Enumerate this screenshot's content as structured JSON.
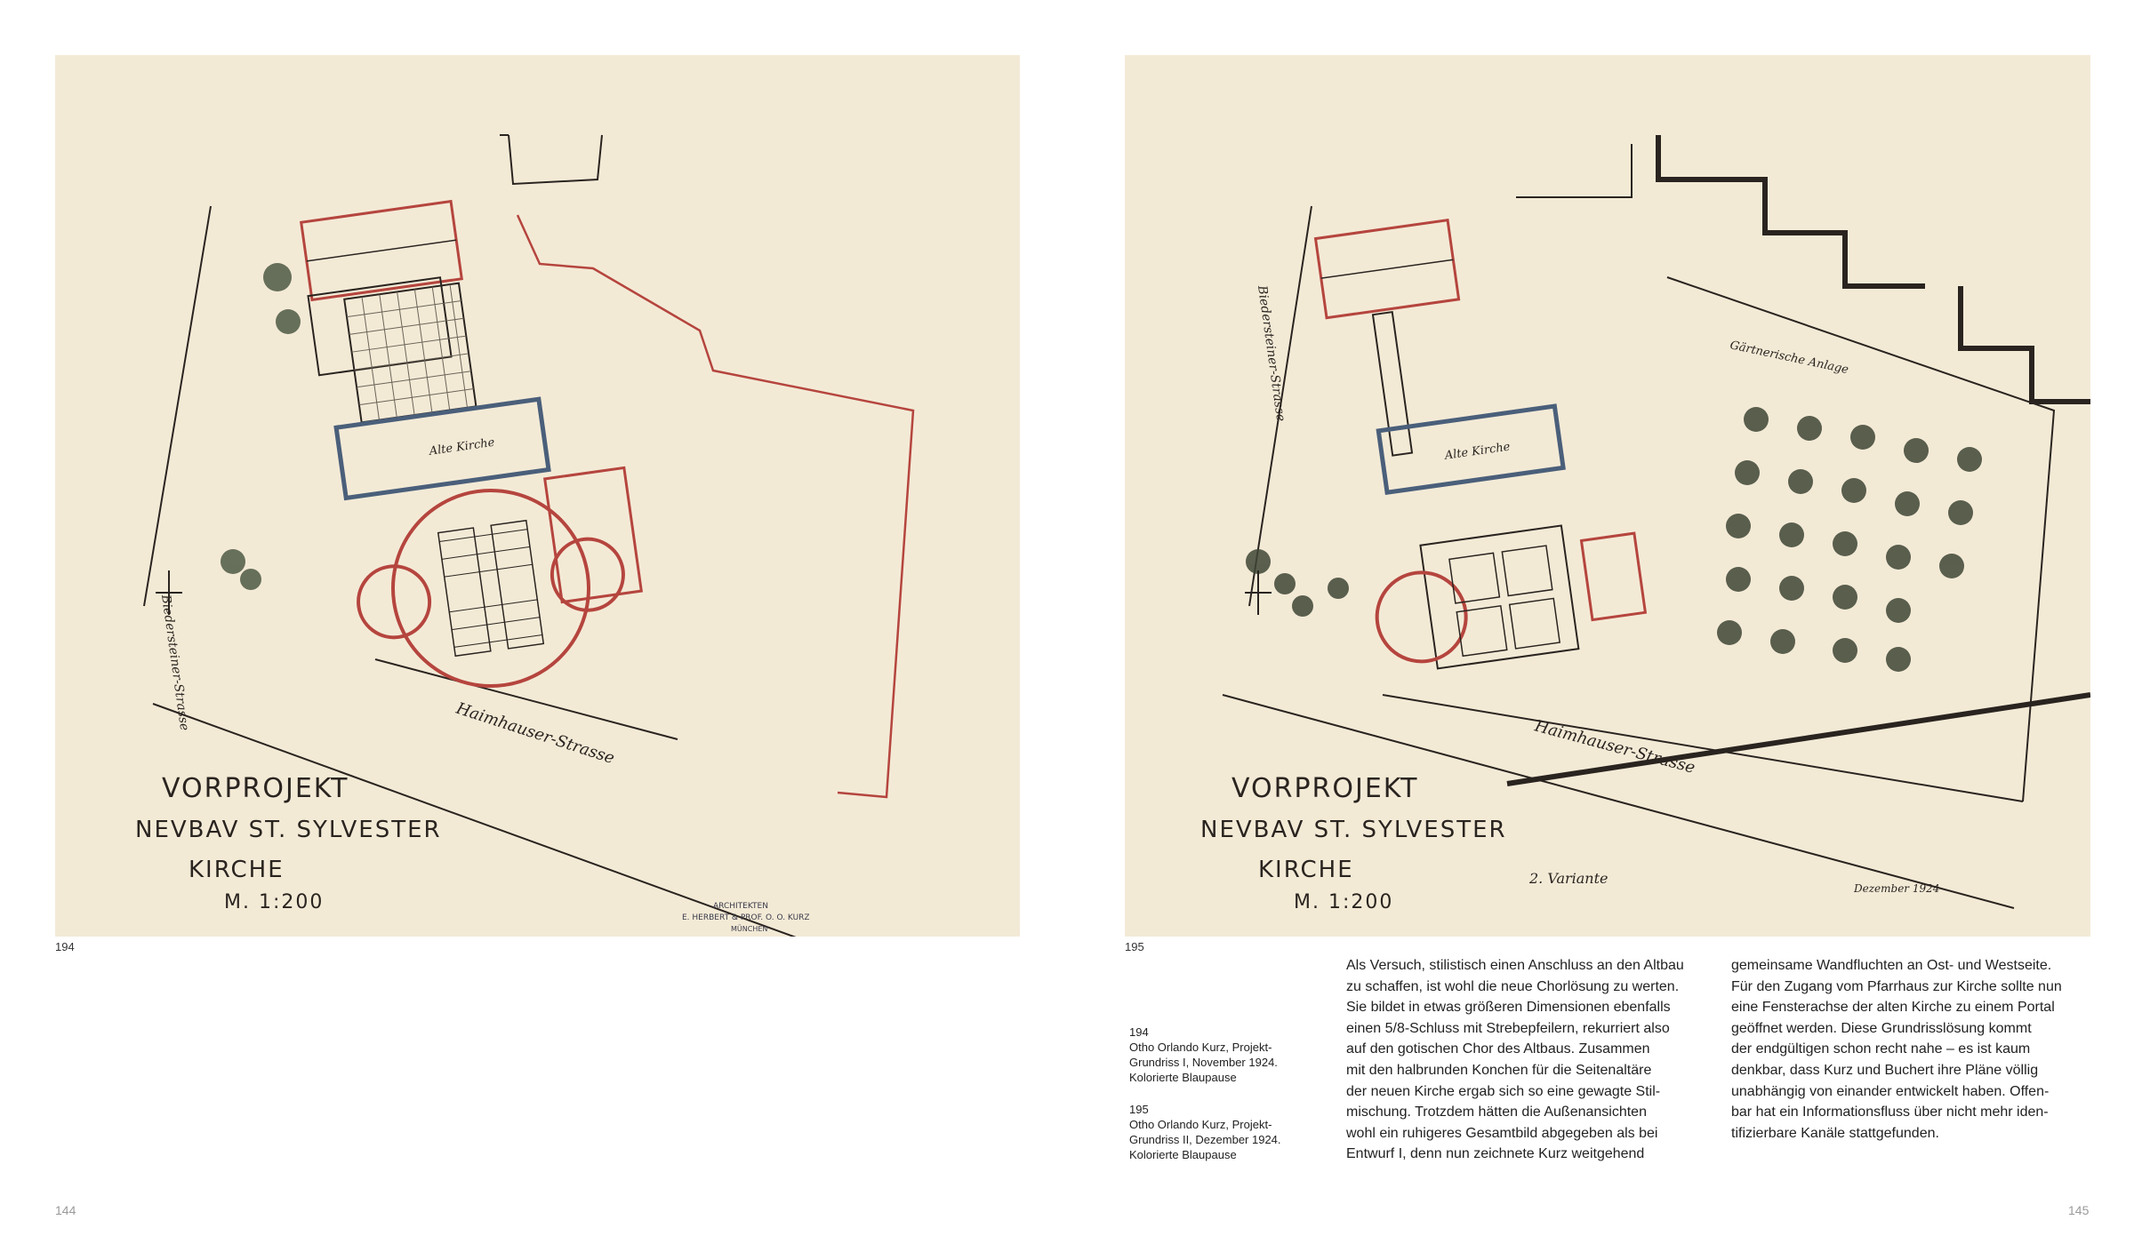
{
  "figures": {
    "left": {
      "number": "194",
      "title_lines": [
        "VORPROJEKT",
        "NEVBAV ST. SYLVESTER",
        "KIRCHE"
      ],
      "scale": "M. 1:200",
      "street_west": "Biedersteiner-Strasse",
      "street_south": "Haimhauser-Strasse",
      "stamp_lines": [
        "ARCHITEKTEN",
        "E. HERBERT & PROF. O. O. KURZ",
        "MÜNCHEN"
      ],
      "room_label": "Alte Kirche"
    },
    "right": {
      "number": "195",
      "title_lines": [
        "VORPROJEKT",
        "NEVBAV ST. SYLVESTER",
        "KIRCHE"
      ],
      "scale": "M. 1:200",
      "street_west": "Biedersteiner-Strasse",
      "street_south": "Haimhauser-Strasse",
      "variant": "2. Variante",
      "date": "Dezember 1924",
      "room_label": "Alte Kirche",
      "garden_label": "Gärtnerische Anlage"
    }
  },
  "captions": [
    {
      "number": "194",
      "lines": [
        "Otho Orlando Kurz, Projekt-",
        "Grundriss I, November 1924.",
        "Kolorierte Blaupause"
      ]
    },
    {
      "number": "195",
      "lines": [
        "Otho Orlando Kurz, Projekt-",
        "Grundriss II, Dezember 1924.",
        "Kolorierte Blaupause"
      ]
    }
  ],
  "body_text": {
    "column1": [
      "Als Versuch, stilistisch einen Anschluss an den Altbau",
      "zu schaffen, ist wohl die neue Chorlösung zu werten.",
      "Sie bildet in etwas größeren Dimensionen ebenfalls",
      "einen 5/8-Schluss mit Strebepfeilern, rekurriert also",
      "auf den gotischen Chor des Altbaus. Zusammen",
      "mit den halbrunden Konchen für die Seitenaltäre",
      "der neuen Kirche ergab sich so eine gewagte Stil-",
      "mischung. Trotzdem hätten die Außenansichten",
      "wohl ein ruhigeres Gesamtbild abgegeben als bei",
      "Entwurf I, denn nun zeichnete Kurz weitgehend"
    ],
    "column2": [
      "gemeinsame Wandfluchten an Ost- und Westseite.",
      "Für den Zugang vom Pfarrhaus zur Kirche sollte nun",
      "eine Fensterachse der alten Kirche zu einem Portal",
      "geöffnet werden. Diese Grundrisslösung kommt",
      "der endgültigen schon recht nahe – es ist kaum",
      "denkbar, dass Kurz und Buchert ihre Pläne völlig",
      "unabhängig von einander entwickelt haben. Offen-",
      "bar hat ein Informationsfluss über nicht mehr iden-",
      "tifizierbare Kanäle stattgefunden."
    ]
  },
  "folios": {
    "left": "144",
    "right": "145"
  },
  "colors": {
    "paper": "#f3ead6",
    "ink": "#2a2420",
    "red_ink": "#b5453e",
    "blue_ink": "#4a5f7a"
  }
}
